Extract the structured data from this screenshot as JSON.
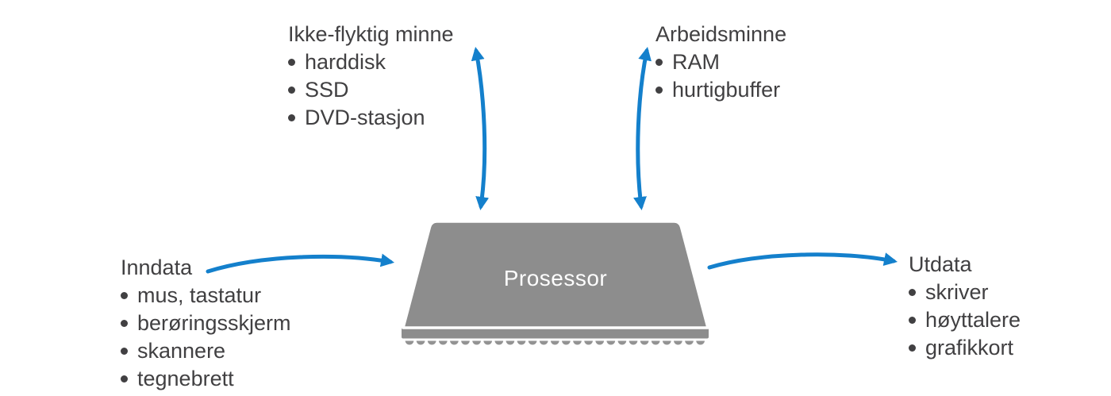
{
  "processor": {
    "label": "Prosessor"
  },
  "sections": {
    "nonvolatile_memory": {
      "title": "Ikke-flyktig minne",
      "items": [
        "harddisk",
        "SSD",
        "DVD-stasjon"
      ]
    },
    "working_memory": {
      "title": "Arbeidsminne",
      "items": [
        "RAM",
        "hurtigbuffer"
      ]
    },
    "input": {
      "title": "Inndata",
      "items": [
        "mus, tastatur",
        "berøringsskjerm",
        "skannere",
        "tegnebrett"
      ]
    },
    "output": {
      "title": "Utdata",
      "items": [
        "skriver",
        "høyttalere",
        "grafikkort"
      ]
    }
  },
  "arrows": [
    {
      "name": "processor-to-nonvolatile-memory",
      "direction": "bidirectional"
    },
    {
      "name": "processor-to-working-memory",
      "direction": "bidirectional"
    },
    {
      "name": "input-to-processor",
      "direction": "one-way"
    },
    {
      "name": "processor-to-output",
      "direction": "one-way"
    }
  ],
  "colors": {
    "arrow_blue": "#1480CC",
    "text_dark": "#414042",
    "chip_fill": "#8D8D8D",
    "chip_outline": "#FFFFFF",
    "processor_text": "#FFFFFF"
  },
  "pins": {
    "count": 27
  }
}
